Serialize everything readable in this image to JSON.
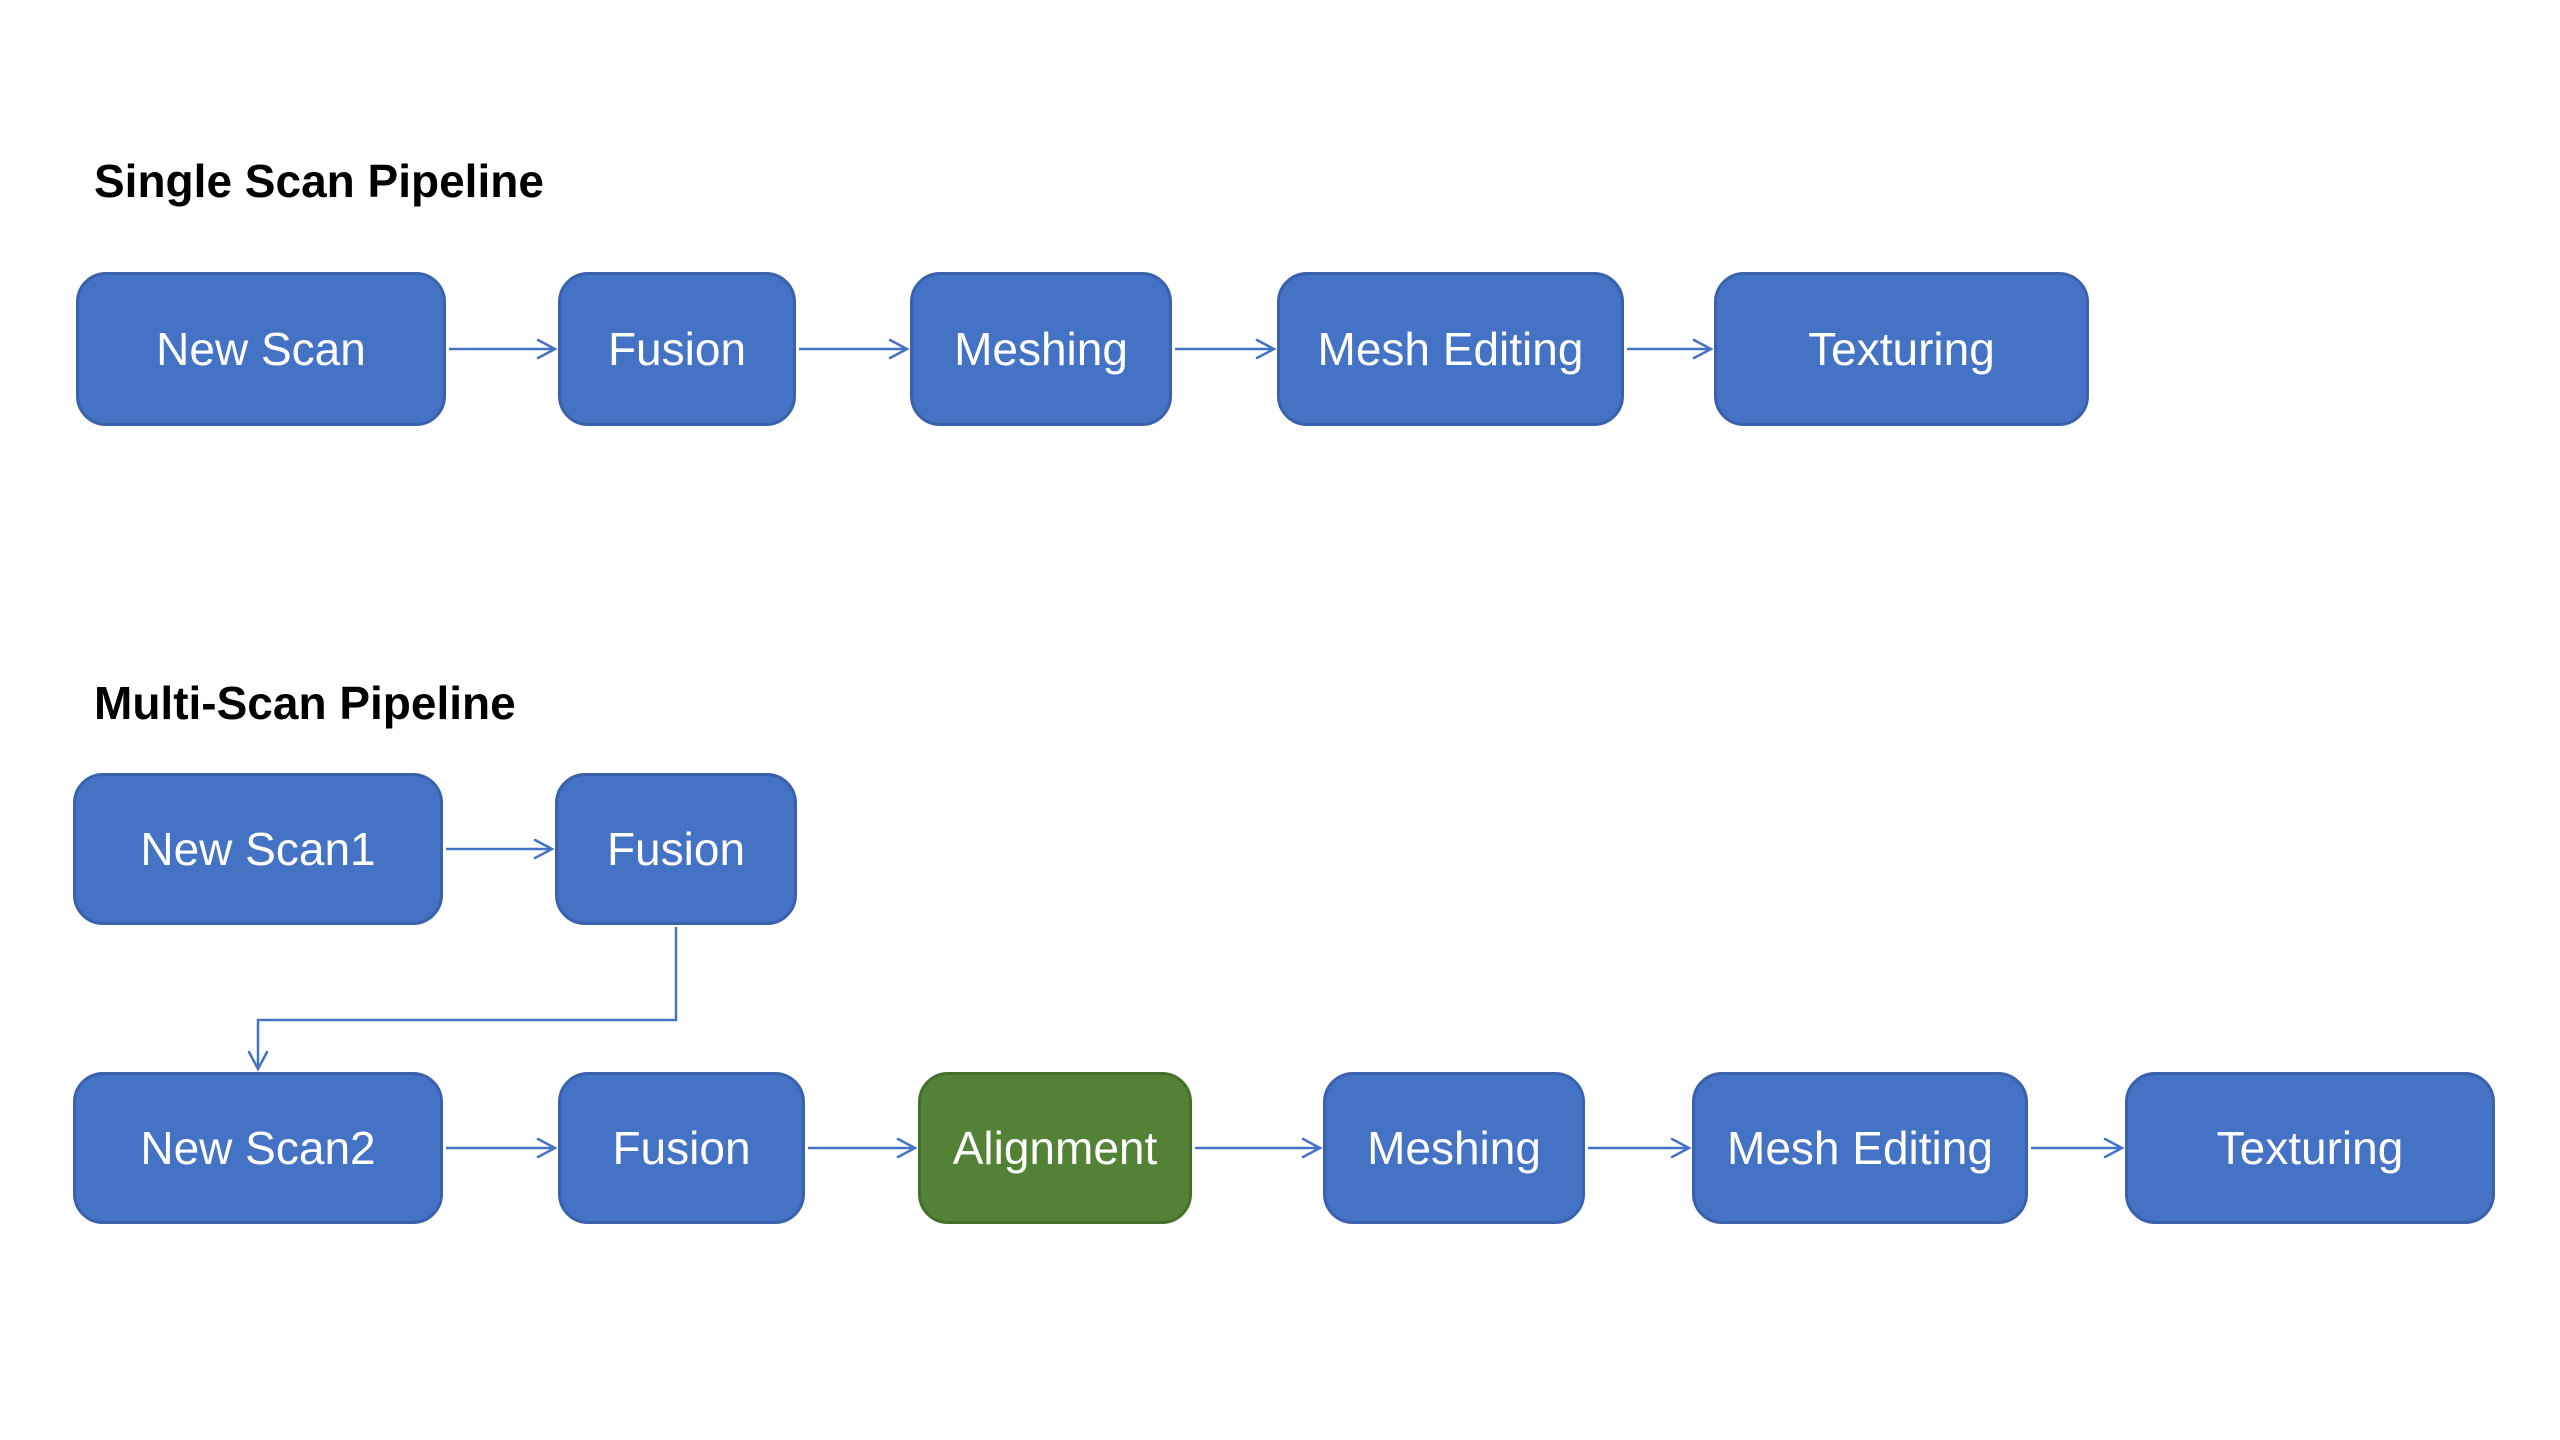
{
  "diagram": {
    "single": {
      "title": "Single Scan Pipeline",
      "nodes": [
        {
          "label": "New Scan",
          "highlight": false
        },
        {
          "label": "Fusion",
          "highlight": false
        },
        {
          "label": "Meshing",
          "highlight": false
        },
        {
          "label": "Mesh Editing",
          "highlight": false
        },
        {
          "label": "Texturing",
          "highlight": false
        }
      ]
    },
    "multi": {
      "title": "Multi-Scan Pipeline",
      "scan1_row": [
        {
          "label": "New Scan1",
          "highlight": false
        },
        {
          "label": "Fusion",
          "highlight": false
        }
      ],
      "scan2_row": [
        {
          "label": "New Scan2",
          "highlight": false
        },
        {
          "label": "Fusion",
          "highlight": false
        },
        {
          "label": "Alignment",
          "highlight": true
        },
        {
          "label": "Meshing",
          "highlight": false
        },
        {
          "label": "Mesh Editing",
          "highlight": false
        },
        {
          "label": "Texturing",
          "highlight": false
        }
      ]
    }
  },
  "colors": {
    "background": "#FFFFFF",
    "title_text": "#000000",
    "node_text": "#FFFFFF",
    "node_fill_blue": "#4472C4",
    "node_border_blue": "#3A61AC",
    "node_fill_green": "#538135",
    "node_border_green": "#45702C",
    "arrow": "#4472C4"
  }
}
